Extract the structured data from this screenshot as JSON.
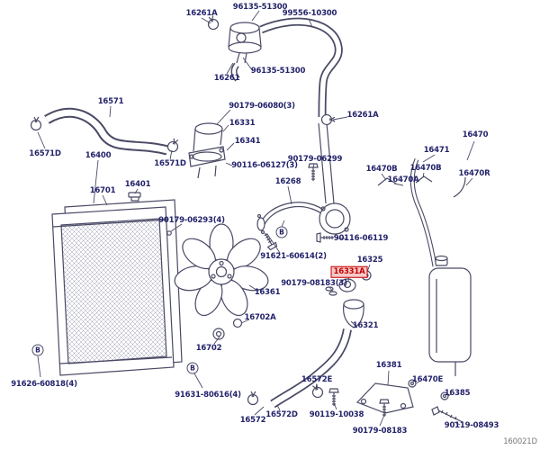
{
  "diagram": {
    "title": "cooling-system-parts-diagram",
    "drawing_number": "160021D",
    "highlighted_part": "16331A",
    "colors": {
      "line": "#4a4a66",
      "label_text": "#23236b",
      "highlight_text": "#c40000",
      "highlight_bg": "#f6c9c9",
      "highlight_border": "#c40000"
    },
    "labels": {
      "p16261a_1": "16261A",
      "p96135_51300_1": "96135-51300",
      "p99556_10300": "99556-10300",
      "p96135_51300_2": "96135-51300",
      "p16261": "16261",
      "p16571": "16571",
      "p90179_06080": "90179-06080(3)",
      "p16331": "16331",
      "p16261a_2": "16261A",
      "p16341": "16341",
      "p16571d_1": "16571D",
      "p16400": "16400",
      "p16571d_2": "16571D",
      "p90116_06127": "90116-06127(3)",
      "p90179_06299": "90179-06299",
      "p16470": "16470",
      "p16471": "16471",
      "p16470b_1": "16470B",
      "p16470b_2": "16470B",
      "p16470r": "16470R",
      "p16470a": "16470A",
      "p16701": "16701",
      "p16401": "16401",
      "p16268": "16268",
      "p90179_06293": "90179-06293(4)",
      "p90116_06119": "90116-06119",
      "p91621_60614": "91621-60614(2)",
      "p16325": "16325",
      "p16331a": "16331A",
      "p90179_08183_3": "90179-08183(3)",
      "p16361": "16361",
      "p16702a": "16702A",
      "p16321": "16321",
      "p16702": "16702",
      "p16381": "16381",
      "p16470e": "16470E",
      "p16385": "16385",
      "p91626_60818": "91626-60818(4)",
      "p16572e": "16572E",
      "p91631_80616": "91631-80616(4)",
      "p16572": "16572",
      "p16572d": "16572D",
      "p90119_10038": "90119-10038",
      "p90119_08493": "90119-08493",
      "p90179_08183": "90179-08183"
    },
    "markers": {
      "b1": "B",
      "b2": "B",
      "b3": "B"
    }
  }
}
